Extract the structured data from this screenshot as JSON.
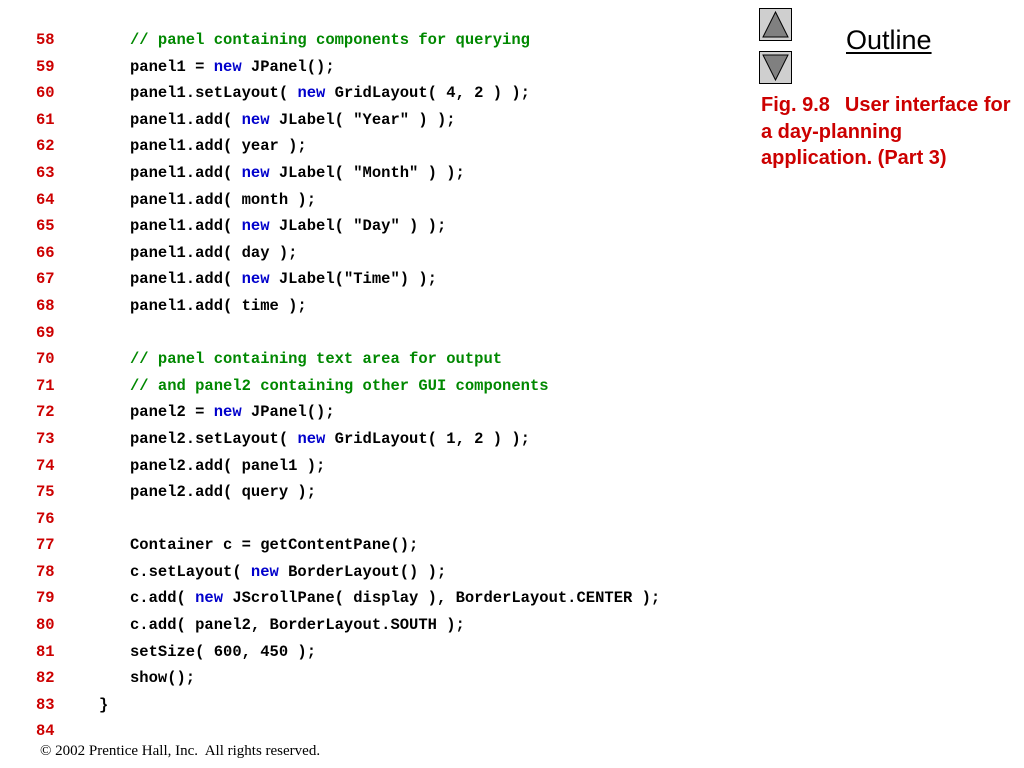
{
  "code_lines": [
    {
      "num": "58",
      "indent": 8,
      "tokens": [
        {
          "t": "cm",
          "s": "// panel containing components for querying"
        }
      ]
    },
    {
      "num": "59",
      "indent": 8,
      "tokens": [
        {
          "t": "tx",
          "s": "panel1 = "
        },
        {
          "t": "kw",
          "s": "new"
        },
        {
          "t": "tx",
          "s": " JPanel();"
        }
      ]
    },
    {
      "num": "60",
      "indent": 8,
      "tokens": [
        {
          "t": "tx",
          "s": "panel1.setLayout( "
        },
        {
          "t": "kw",
          "s": "new"
        },
        {
          "t": "tx",
          "s": " GridLayout( 4, 2 ) );"
        }
      ]
    },
    {
      "num": "61",
      "indent": 8,
      "tokens": [
        {
          "t": "tx",
          "s": "panel1.add( "
        },
        {
          "t": "kw",
          "s": "new"
        },
        {
          "t": "tx",
          "s": " JLabel( \"Year\" ) );"
        }
      ]
    },
    {
      "num": "62",
      "indent": 8,
      "tokens": [
        {
          "t": "tx",
          "s": "panel1.add( year );"
        }
      ]
    },
    {
      "num": "63",
      "indent": 8,
      "tokens": [
        {
          "t": "tx",
          "s": "panel1.add( "
        },
        {
          "t": "kw",
          "s": "new"
        },
        {
          "t": "tx",
          "s": " JLabel( \"Month\" ) );"
        }
      ]
    },
    {
      "num": "64",
      "indent": 8,
      "tokens": [
        {
          "t": "tx",
          "s": "panel1.add( month );"
        }
      ]
    },
    {
      "num": "65",
      "indent": 8,
      "tokens": [
        {
          "t": "tx",
          "s": "panel1.add( "
        },
        {
          "t": "kw",
          "s": "new"
        },
        {
          "t": "tx",
          "s": " JLabel( \"Day\" ) );"
        }
      ]
    },
    {
      "num": "66",
      "indent": 8,
      "tokens": [
        {
          "t": "tx",
          "s": "panel1.add( day );"
        }
      ]
    },
    {
      "num": "67",
      "indent": 8,
      "tokens": [
        {
          "t": "tx",
          "s": "panel1.add( "
        },
        {
          "t": "kw",
          "s": "new"
        },
        {
          "t": "tx",
          "s": " JLabel(\"Time\") );"
        }
      ]
    },
    {
      "num": "68",
      "indent": 8,
      "tokens": [
        {
          "t": "tx",
          "s": "panel1.add( time );"
        }
      ]
    },
    {
      "num": "69",
      "indent": 8,
      "tokens": []
    },
    {
      "num": "70",
      "indent": 8,
      "tokens": [
        {
          "t": "cm",
          "s": "// panel containing text area for output"
        }
      ]
    },
    {
      "num": "71",
      "indent": 8,
      "tokens": [
        {
          "t": "cm",
          "s": "// and panel2 containing other GUI components"
        }
      ]
    },
    {
      "num": "72",
      "indent": 8,
      "tokens": [
        {
          "t": "tx",
          "s": "panel2 = "
        },
        {
          "t": "kw",
          "s": "new"
        },
        {
          "t": "tx",
          "s": " JPanel();"
        }
      ]
    },
    {
      "num": "73",
      "indent": 8,
      "tokens": [
        {
          "t": "tx",
          "s": "panel2.setLayout( "
        },
        {
          "t": "kw",
          "s": "new"
        },
        {
          "t": "tx",
          "s": " GridLayout( 1, 2 ) );"
        }
      ]
    },
    {
      "num": "74",
      "indent": 8,
      "tokens": [
        {
          "t": "tx",
          "s": "panel2.add( panel1 );"
        }
      ]
    },
    {
      "num": "75",
      "indent": 8,
      "tokens": [
        {
          "t": "tx",
          "s": "panel2.add( query );"
        }
      ]
    },
    {
      "num": "76",
      "indent": 8,
      "tokens": []
    },
    {
      "num": "77",
      "indent": 8,
      "tokens": [
        {
          "t": "tx",
          "s": "Container c = getContentPane();"
        }
      ]
    },
    {
      "num": "78",
      "indent": 8,
      "tokens": [
        {
          "t": "tx",
          "s": "c.setLayout( "
        },
        {
          "t": "kw",
          "s": "new"
        },
        {
          "t": "tx",
          "s": " BorderLayout() );"
        }
      ]
    },
    {
      "num": "79",
      "indent": 8,
      "tokens": [
        {
          "t": "tx",
          "s": "c.add( "
        },
        {
          "t": "kw",
          "s": "new"
        },
        {
          "t": "tx",
          "s": " JScrollPane( display ), BorderLayout.CENTER );"
        }
      ]
    },
    {
      "num": "80",
      "indent": 8,
      "tokens": [
        {
          "t": "tx",
          "s": "c.add( panel2, BorderLayout.SOUTH );"
        }
      ]
    },
    {
      "num": "81",
      "indent": 8,
      "tokens": [
        {
          "t": "tx",
          "s": "setSize( 600, 450 );"
        }
      ]
    },
    {
      "num": "82",
      "indent": 8,
      "tokens": [
        {
          "t": "tx",
          "s": "show();"
        }
      ]
    },
    {
      "num": "83",
      "indent": 4,
      "tokens": [
        {
          "t": "tx",
          "s": "}"
        }
      ]
    },
    {
      "num": "84",
      "indent": 8,
      "tokens": []
    }
  ],
  "nav": {
    "up_icon": "triangle-up-icon",
    "down_icon": "triangle-down-icon"
  },
  "outline": {
    "title": "Outline"
  },
  "caption": {
    "fig_number": "Fig. 9.8",
    "text": "User interface for a day-planning application. (Part 3)"
  },
  "footer": {
    "copyright": "© 2002 Prentice Hall, Inc.  All rights reserved."
  },
  "colors": {
    "line_number": "#cc0000",
    "keyword": "#0000cc",
    "comment": "#008800",
    "caption": "#cc0000",
    "nav_button_bg": "#cfcfcf",
    "nav_arrow": "#808080"
  }
}
